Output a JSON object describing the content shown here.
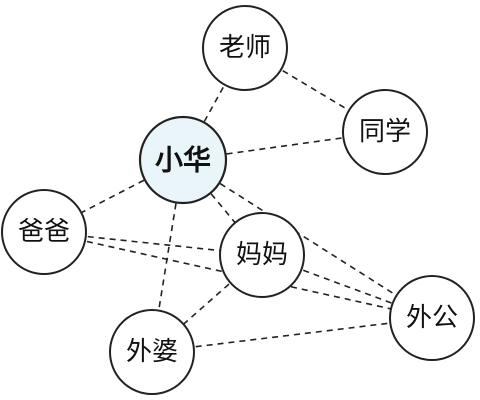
{
  "nodes": [
    {
      "id": "laoshi",
      "label": "老师",
      "role": "peer"
    },
    {
      "id": "tongxue",
      "label": "同学",
      "role": "peer"
    },
    {
      "id": "xiaohua",
      "label": "小华",
      "role": "center"
    },
    {
      "id": "baba",
      "label": "爸爸",
      "role": "peer"
    },
    {
      "id": "mama",
      "label": "妈妈",
      "role": "peer"
    },
    {
      "id": "waigong",
      "label": "外公",
      "role": "peer"
    },
    {
      "id": "waipo",
      "label": "外婆",
      "role": "peer"
    }
  ],
  "edges": [
    {
      "from": "xiaohua",
      "to": "laoshi"
    },
    {
      "from": "laoshi",
      "to": "tongxue"
    },
    {
      "from": "xiaohua",
      "to": "tongxue"
    },
    {
      "from": "xiaohua",
      "to": "baba"
    },
    {
      "from": "xiaohua",
      "to": "mama"
    },
    {
      "from": "xiaohua",
      "to": "waigong"
    },
    {
      "from": "xiaohua",
      "to": "waipo"
    },
    {
      "from": "baba",
      "to": "mama"
    },
    {
      "from": "mama",
      "to": "waigong"
    },
    {
      "from": "mama",
      "to": "waipo"
    },
    {
      "from": "baba",
      "to": "waigong"
    },
    {
      "from": "waipo",
      "to": "waigong"
    }
  ],
  "colors": {
    "center_fill": "#e9f5f8",
    "stroke": "#222222"
  }
}
